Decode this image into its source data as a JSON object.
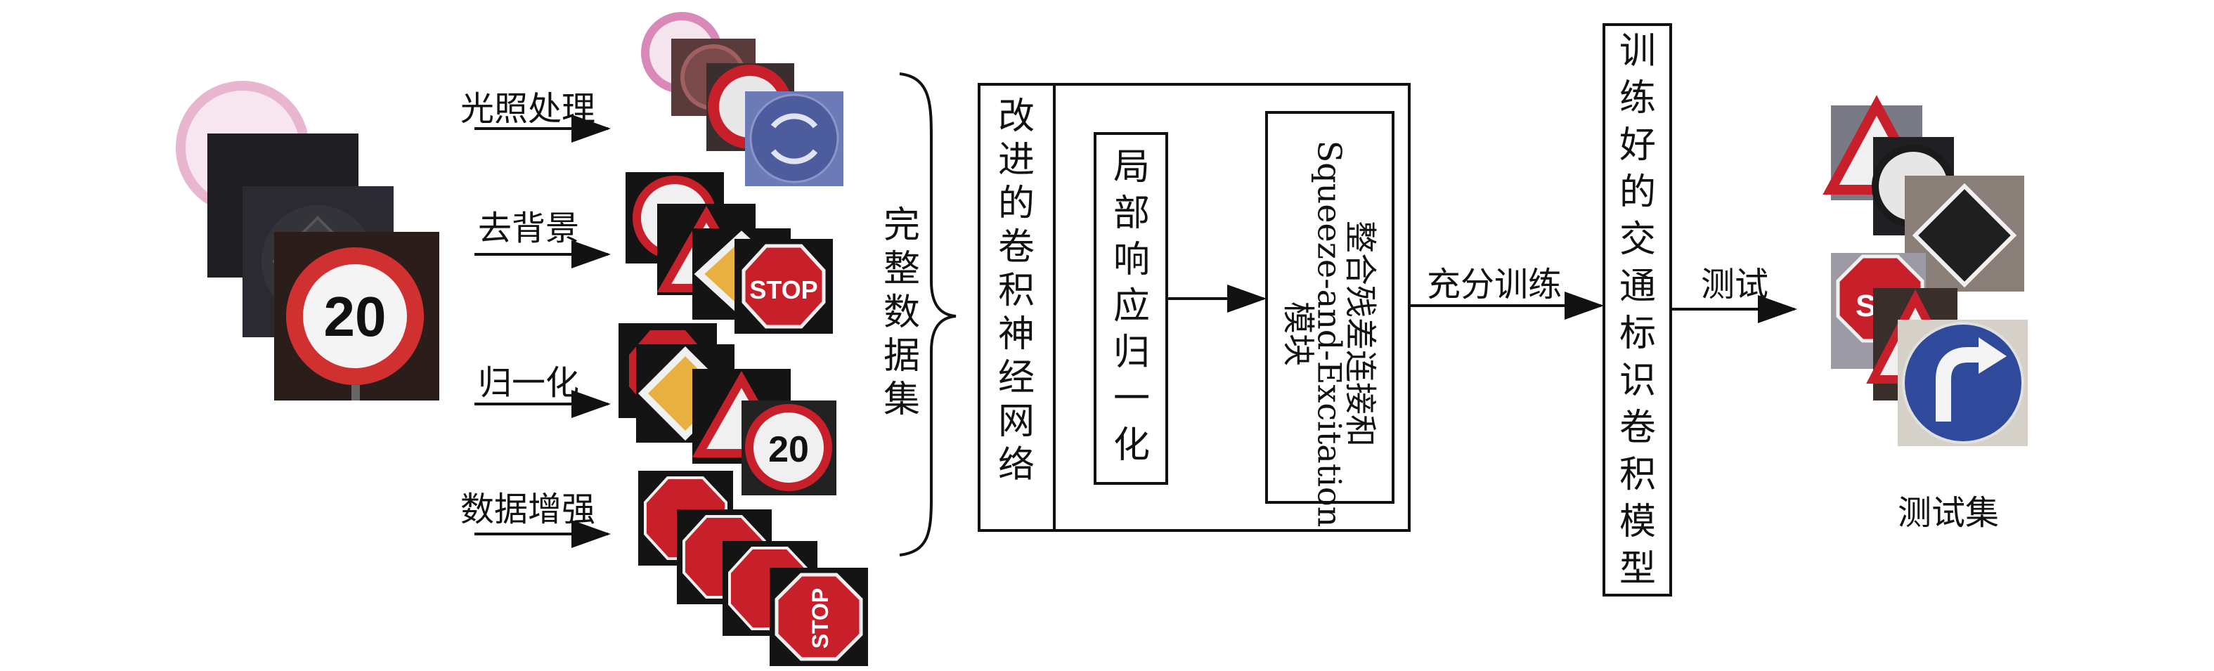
{
  "preprocess_labels": {
    "lighting": "光照处理",
    "background": "去背景",
    "normalize": "归一化",
    "augment": "数据增强"
  },
  "complete_dataset": "完整数据集",
  "improved_cnn": "改进的卷积神经网络",
  "lrn": "局部响应归一化",
  "se_module": {
    "line1": "整合残差连接和",
    "line2": "Squeeze-and-Excitation",
    "line3": "模块"
  },
  "full_training": "充分训练",
  "trained_model": "训练好的交通标识卷积模型",
  "test_label": "测试",
  "test_set": "测试集",
  "sign_texts": {
    "speed_limit": "20",
    "stop": "STOP",
    "stop_partial": "S",
    "stop_flipped": "STOP"
  },
  "colors": {
    "sign_red": "#c8202a",
    "sign_blue": "#3a56a5",
    "sign_white": "#f2f2f2",
    "dark_bg": "#1a1a1a",
    "line": "#111111"
  }
}
